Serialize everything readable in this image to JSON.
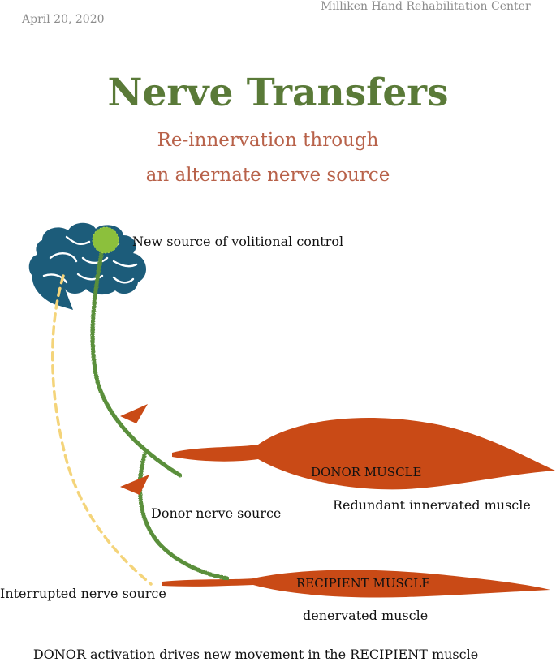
{
  "header": {
    "date": "April 20, 2020",
    "organization": "Milliken Hand Rehabilitation Center"
  },
  "title": "Nerve Transfers",
  "subtitle": {
    "line1": "Re-innervation through",
    "line2": "an alternate nerve source"
  },
  "labels": {
    "new_source": "New source of volitional control",
    "donor_muscle": "DONOR MUSCLE",
    "redundant": "Redundant innervated muscle",
    "donor_nerve": "Donor nerve source",
    "recipient_muscle": "RECIPIENT MUSCLE",
    "interrupted": "Interrupted nerve source",
    "denervated": "denervated muscle"
  },
  "footer": "DONOR activation drives new movement in the RECIPIENT muscle",
  "colors": {
    "title": "#5a7a38",
    "subtitle": "#b8624a",
    "brain": "#1c5c7a",
    "nerve": "#5a8f3a",
    "interrupted_nerve": "#f4d47a",
    "muscle": "#c94a16",
    "source_dot": "#8cc03c"
  },
  "icons": {
    "brain": "brain-icon"
  }
}
